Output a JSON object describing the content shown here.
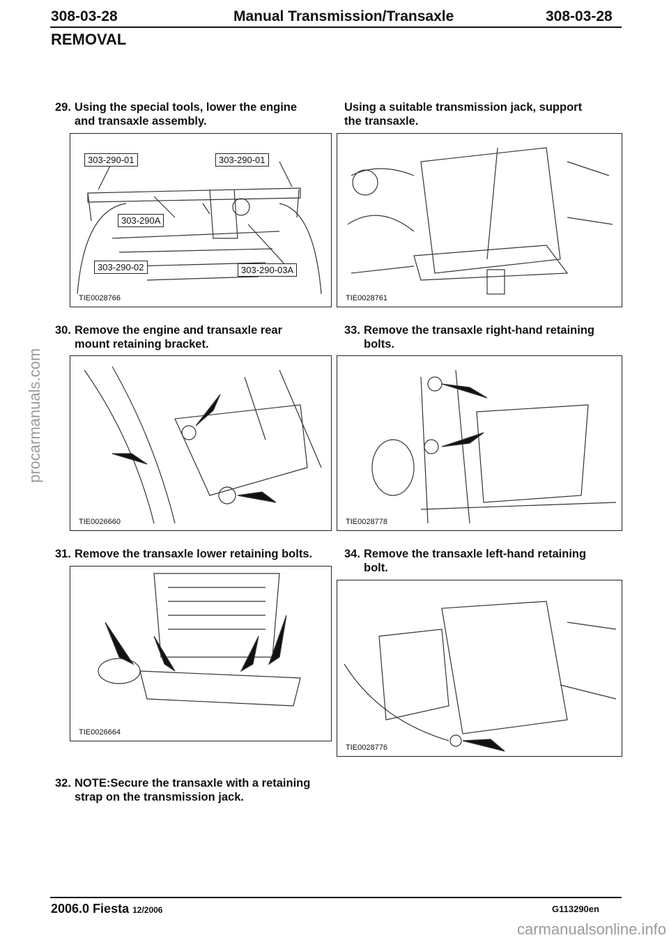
{
  "header": {
    "page_left": "308-03-28",
    "title": "Manual Transmission/Transaxle",
    "page_right": "308-03-28"
  },
  "section": "REMOVAL",
  "steps": [
    {
      "num": "29.",
      "line1": "Using the special tools, lower the engine",
      "line2": "and transaxle assembly."
    },
    {
      "num": "",
      "line1": "Using a suitable transmission jack, support",
      "line2": "the transaxle."
    },
    {
      "num": "30.",
      "line1": "Remove the engine and transaxle rear",
      "line2": "mount retaining bracket."
    },
    {
      "num": "33.",
      "line1": "Remove the transaxle right-hand retaining",
      "line2": "bolts."
    },
    {
      "num": "31.",
      "line1": "Remove the transaxle lower retaining bolts.",
      "line2": ""
    },
    {
      "num": "34.",
      "line1": "Remove the transaxle left-hand retaining",
      "line2": "bolt."
    },
    {
      "num": "32.",
      "line1": "NOTE:Secure the transaxle with a retaining",
      "line2": "strap on the transmission jack."
    }
  ],
  "figures": {
    "fig1": {
      "id": "TIE0028766",
      "tools": [
        "303-290-01",
        "303-290-01",
        "303-290A",
        "303-290-02",
        "303-290-03A"
      ]
    },
    "fig2": {
      "id": "TIE0028761"
    },
    "fig3": {
      "id": "TIE0026660"
    },
    "fig4": {
      "id": "TIE0028778"
    },
    "fig5": {
      "id": "TIE0026664"
    },
    "fig6": {
      "id": "TIE0028776"
    }
  },
  "footer": {
    "model": "2006.0 Fiesta",
    "date": "12/2006",
    "code": "G113290en"
  },
  "watermarks": {
    "left": "procarmanuals.com",
    "bottom": "carmanualsonline.info"
  }
}
